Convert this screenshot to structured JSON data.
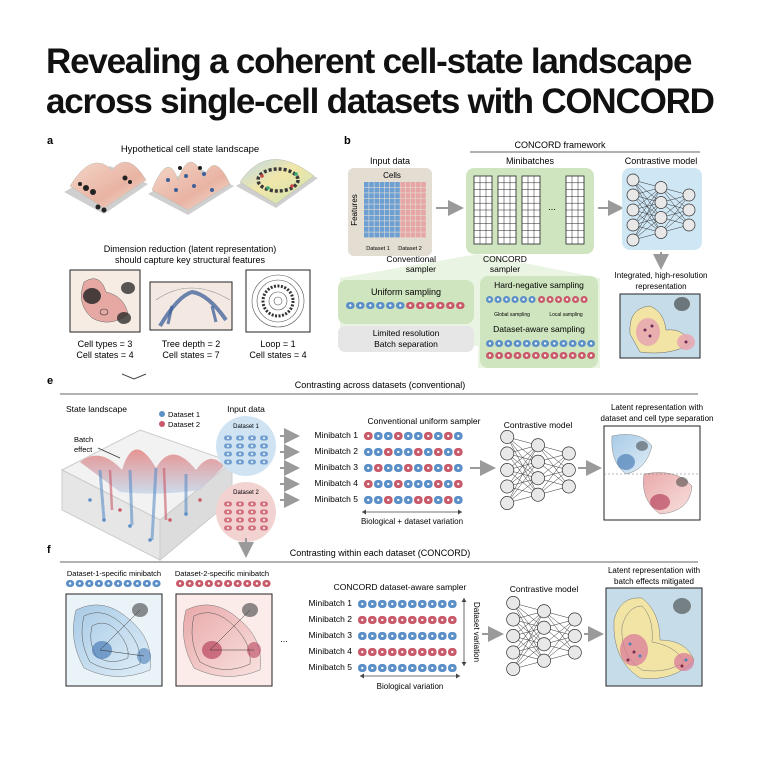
{
  "title": {
    "line1": "Revealing a coherent cell-state landscape",
    "line2": "across single-cell datasets with CONCORD"
  },
  "panel_a": {
    "letter": "a",
    "heading": "Hypothetical cell state landscape",
    "dim_line1": "Dimension reduction (latent representation)",
    "dim_line2": "should capture key structural features",
    "cases": [
      {
        "line1": "Cell types = 3",
        "line2": "Cell states = 4"
      },
      {
        "line1": "Tree depth = 2",
        "line2": "Cell states = 7"
      },
      {
        "line1": "Loop = 1",
        "line2": "Cell states = 4"
      }
    ]
  },
  "panel_b": {
    "letter": "b",
    "framework": "CONCORD framework",
    "input_data": "Input data",
    "cells": "Cells",
    "features": "Features",
    "dataset1": "Dataset 1",
    "dataset2": "Dataset 2",
    "minibatches": "Minibatches",
    "ellipsis": "...",
    "contrastive_model": "Contrastive model",
    "conventional_sampler_1": "Conventional",
    "conventional_sampler_2": "sampler",
    "concord_sampler_1": "CONCORD",
    "concord_sampler_2": "sampler",
    "uniform_sampling": "Uniform sampling",
    "limited_1": "Limited resolution",
    "limited_2": "Batch separation",
    "hard_negative": "Hard-negative sampling",
    "global_sampling": "Global sampling",
    "local_sampling": "Local sampling",
    "dataset_aware": "Dataset-aware sampling",
    "integrated_1": "Integrated, high-resolution",
    "integrated_2": "representation"
  },
  "panel_e": {
    "letter": "e",
    "heading": "Contrasting across datasets (conventional)",
    "state_landscape": "State landscape",
    "legend_d1": "Dataset 1",
    "legend_d2": "Dataset 2",
    "batch_1": "Batch",
    "batch_2": "effect",
    "input_data": "Input data",
    "dataset1": "Dataset 1",
    "dataset2": "Dataset 2",
    "sampler_title": "Conventional uniform sampler",
    "minibatches": [
      "Minibatch 1",
      "Minibatch 2",
      "Minibatch 3",
      "Minibatch 4",
      "Minibatch 5"
    ],
    "variation": "Biological + dataset variation",
    "contrastive_model": "Contrastive model",
    "latent_1": "Latent representation with",
    "latent_2": "dataset and cell type separation"
  },
  "panel_f": {
    "letter": "f",
    "heading": "Contrasting within each dataset (CONCORD)",
    "d1_minibatch": "Dataset-1-specific minibatch",
    "d2_minibatch": "Dataset-2-specific minibatch",
    "ellipsis": "...",
    "sampler_title": "CONCORD dataset-aware sampler",
    "minibatches": [
      "Minibatch 1",
      "Minibatch 2",
      "Minibatch 3",
      "Minibatch 4",
      "Minibatch 5"
    ],
    "dataset_variation": "Dataset variation",
    "biological_variation": "Biological variation",
    "contrastive_model": "Contrastive model",
    "latent_1": "Latent representation with",
    "latent_2": "batch effects mitigated"
  },
  "colors": {
    "blue": "#5b8fc7",
    "red": "#c85a6a",
    "green_box": "#cfe5bf",
    "light_blue_box": "#cfe6f5",
    "grey_box": "#e6e6e6",
    "tan_box": "#e3ddd2"
  }
}
